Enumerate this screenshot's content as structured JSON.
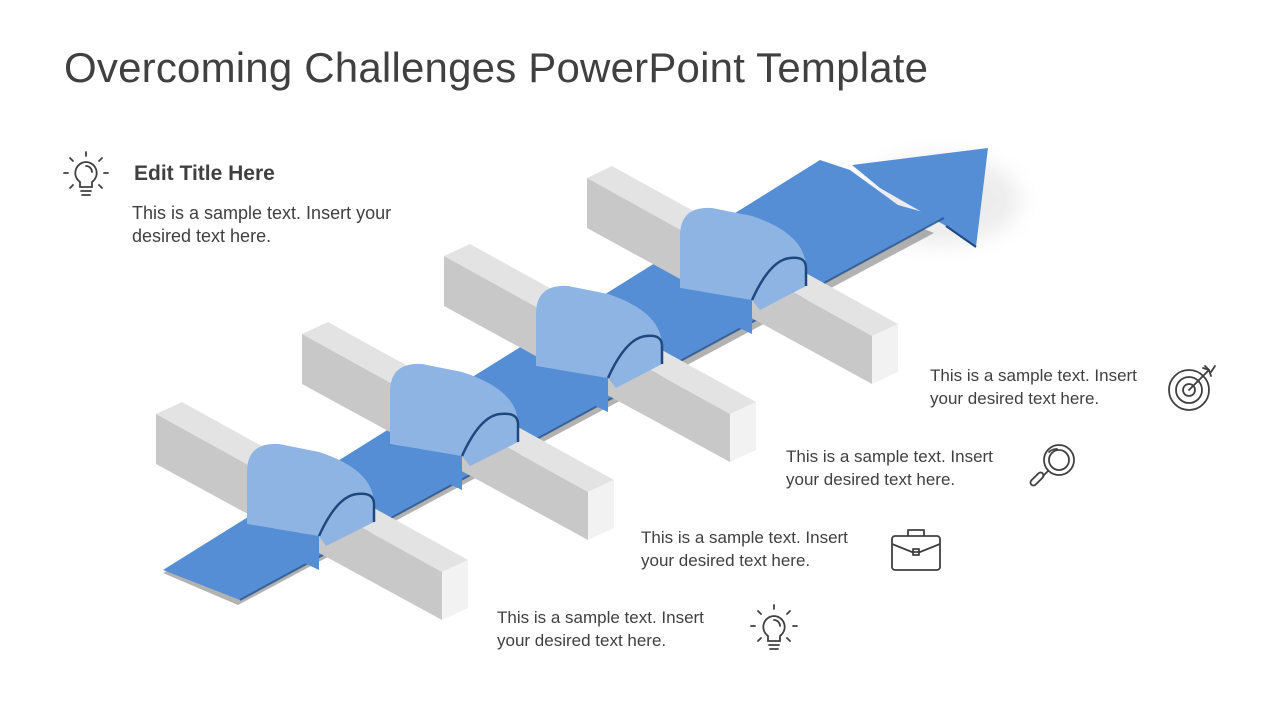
{
  "slide": {
    "title": "Overcoming Challenges PowerPoint Template"
  },
  "header": {
    "icon": "lightbulb-icon",
    "title": "Edit Title Here",
    "text": "This is a sample text. Insert your desired text here."
  },
  "items": [
    {
      "text": "This is a sample text. Insert your desired text here.",
      "icon": "target-icon"
    },
    {
      "text": "This is a sample text. Insert your desired text here.",
      "icon": "magnifier-icon"
    },
    {
      "text": "This is a sample text. Insert your desired text here.",
      "icon": "briefcase-icon"
    },
    {
      "text": "This is a sample text. Insert your desired text here.",
      "icon": "lightbulb-icon"
    }
  ],
  "colors": {
    "arrow_blue": "#558ED5",
    "arrow_light_blue": "#8EB4E3",
    "arrow_dark_edge": "#1F497D",
    "barrier_top": "#E3E3E3",
    "barrier_side": "#C8C8C8",
    "barrier_end": "#F2F2F2",
    "text": "#404040"
  }
}
